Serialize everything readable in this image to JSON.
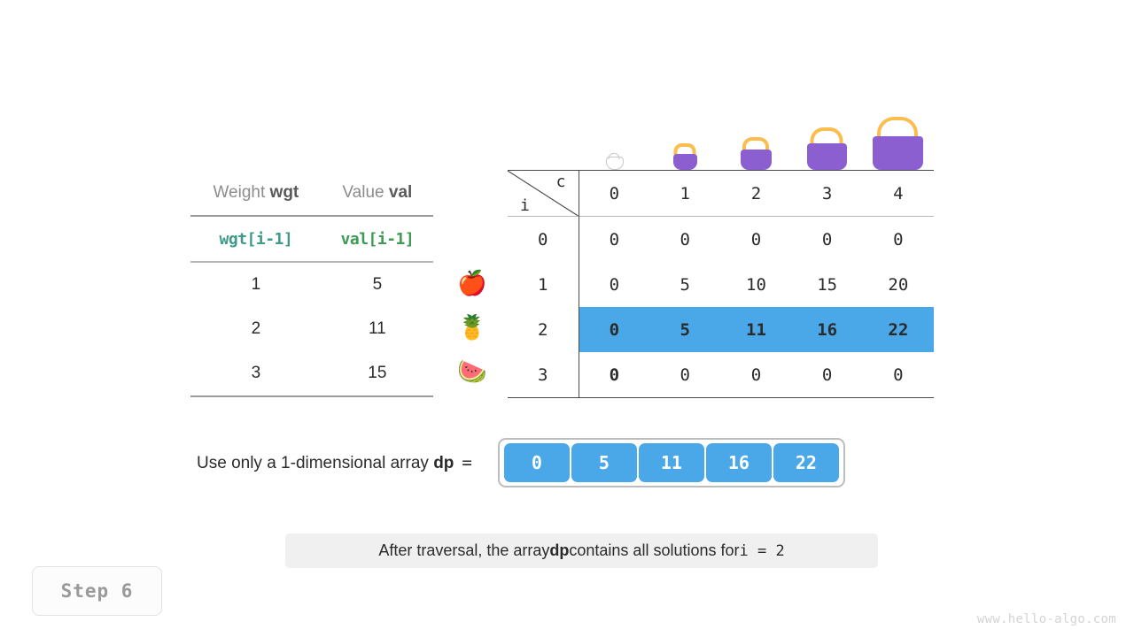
{
  "item_table": {
    "headers": [
      {
        "text": "Weight ",
        "code": "wgt"
      },
      {
        "text": "Value ",
        "code": "val"
      }
    ],
    "code_row": [
      "wgt[i-1]",
      "val[i-1]"
    ],
    "rows": [
      {
        "weight": "1",
        "value": "5",
        "fruit": "apple-icon",
        "glyph": "🍎"
      },
      {
        "weight": "2",
        "value": "11",
        "fruit": "pineapple-icon",
        "glyph": "🍍"
      },
      {
        "weight": "3",
        "value": "15",
        "fruit": "watermelon-icon",
        "glyph": "🍉"
      }
    ]
  },
  "matrix": {
    "corner": {
      "col_label": "c",
      "row_label": "i"
    },
    "col_headers": [
      "0",
      "1",
      "2",
      "3",
      "4"
    ],
    "bags": [
      {
        "name": "bag-icon-capacity-0",
        "size": 0
      },
      {
        "name": "bag-icon-capacity-1",
        "size": 1
      },
      {
        "name": "bag-icon-capacity-2",
        "size": 2
      },
      {
        "name": "bag-icon-capacity-3",
        "size": 3
      },
      {
        "name": "bag-icon-capacity-4",
        "size": 4
      }
    ],
    "rows": [
      {
        "index": "0",
        "cells": [
          "0",
          "0",
          "0",
          "0",
          "0"
        ],
        "highlight": false,
        "styles": [
          "",
          "",
          "",
          "",
          ""
        ]
      },
      {
        "index": "1",
        "cells": [
          "0",
          "5",
          "10",
          "15",
          "20"
        ],
        "highlight": false,
        "styles": [
          "",
          "",
          "",
          "",
          ""
        ]
      },
      {
        "index": "2",
        "cells": [
          "0",
          "5",
          "11",
          "16",
          "22"
        ],
        "highlight": true,
        "styles": [
          "",
          "",
          "",
          "",
          ""
        ]
      },
      {
        "index": "3",
        "cells": [
          "0",
          "0",
          "0",
          "0",
          "0"
        ],
        "highlight": false,
        "styles": [
          "bold",
          "dim",
          "dim",
          "dim",
          "dim"
        ]
      }
    ]
  },
  "dp_array": {
    "label_prefix": "Use only a 1-dimensional array  ",
    "label_code": "dp",
    "equals": "=",
    "values": [
      "0",
      "5",
      "11",
      "16",
      "22"
    ]
  },
  "caption": {
    "part1": "After traversal, the array ",
    "bold": "dp",
    "part2": " contains all solutions for ",
    "mono": "i = 2"
  },
  "step_badge": {
    "label": "Step 6"
  },
  "watermark": {
    "text": "www.hello-algo.com"
  },
  "colors": {
    "highlight_blue": "#4aa8e8",
    "bag_purple": "#8b5fd0",
    "bag_handle_orange": "#fbbd4e",
    "wgt_green": "#3e9b87",
    "val_green": "#3e9b55",
    "dim_gray": "#e2e2e2",
    "caption_bg": "#f0f0f0"
  }
}
